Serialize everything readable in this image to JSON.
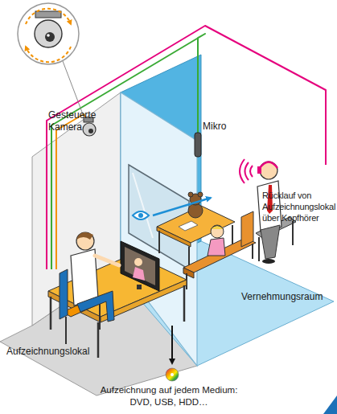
{
  "diagram": {
    "labels": [
      "Gesteuerte Kamera",
      "Mikro",
      "Rücklauf von Aufzeichnungslokal über Kopfhörer",
      "Vernehmungsraum",
      "Aufzeichnungslokal",
      "Aufzeichnung auf jedem Medium: DVD, USB, HDD…"
    ]
  }
}
